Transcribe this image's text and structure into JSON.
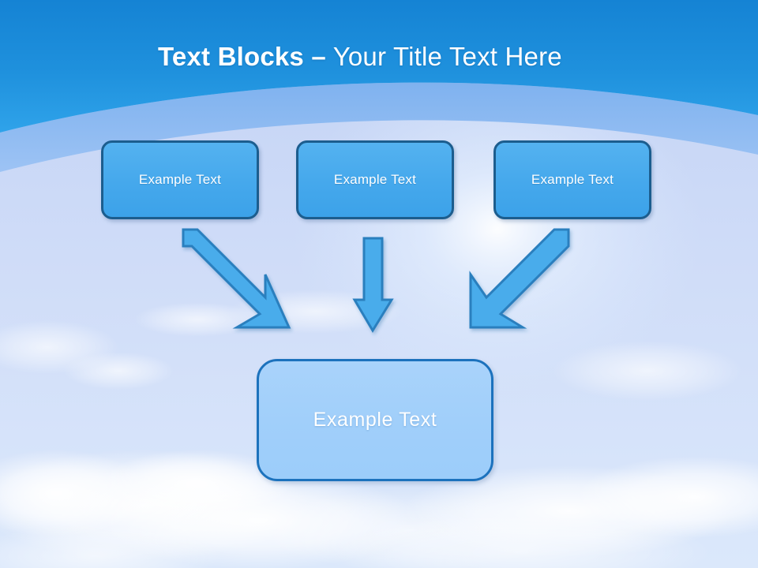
{
  "slide": {
    "title_bold": "Text Blocks –",
    "title_light": " Your Title Text Here",
    "title_full": "Text Blocks – Your Title Text Here"
  },
  "theme": {
    "header_blue_top": "#1b8ddb",
    "header_blue_bottom": "#2a9ce8",
    "band_blue": "#89b7f0",
    "body_blue": "#c9d6f5",
    "box_fill": "#45a8ec",
    "box_border": "#1c5d8e",
    "bottom_box_fill": "#a3d0fa",
    "bottom_box_border": "#1c72bd",
    "arrow_fill": "#4aaceb",
    "arrow_border": "#2a7fbe",
    "text_white": "#ffffff"
  },
  "top_boxes": [
    {
      "label": "Example Text"
    },
    {
      "label": "Example Text"
    },
    {
      "label": "Example Text"
    }
  ],
  "bottom_box": {
    "label": "Example Text"
  },
  "arrows": [
    {
      "name": "arrow-left-diagonal",
      "direction": "down-right"
    },
    {
      "name": "arrow-middle-vertical",
      "direction": "down"
    },
    {
      "name": "arrow-right-diagonal",
      "direction": "down-left"
    }
  ]
}
